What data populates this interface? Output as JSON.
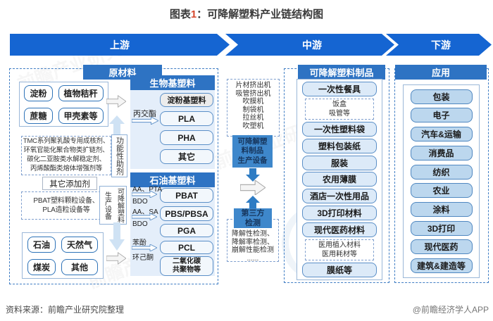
{
  "title": {
    "prefix": "图表",
    "num": "1",
    "rest": "：可降解塑料产业链结构图"
  },
  "stages": {
    "upstream": "上游",
    "midstream": "中游",
    "downstream": "下游"
  },
  "upstream": {
    "header": "原材料",
    "bio_raw": [
      "淀粉",
      "植物秸秆",
      "蔗糖",
      "甲壳素等"
    ],
    "additive_detail": "TMC系列聚乳酸专用成核剂、\n环氧官能化聚合物类扩链剂、\n碳化二亚胺类水解稳定剂、\n丙烯酸酯类熔体增强剂等",
    "additive_label": "功能性助剂",
    "other_additive": "其它添加剂",
    "equipment_detail": "PBAT塑料颗粒设备、\nPLA造粒设备等",
    "equipment_label": "可降解塑料生产设备",
    "fossil_raw": [
      "石油",
      "天然气",
      "煤炭",
      "其他"
    ]
  },
  "bio_plastics": {
    "header": "生物基塑料",
    "items": [
      "淀粉基塑料",
      "PLA",
      "PHA",
      "其它"
    ],
    "arrow_label": "丙交酯"
  },
  "petro_plastics": {
    "header": "石油基塑料",
    "items": [
      "PBAT",
      "PBS/PBSA",
      "PGA",
      "PCL",
      "二氧化碳\n共聚物等"
    ],
    "routes": [
      {
        "top": "AA、PTA",
        "bottom": "BDO"
      },
      {
        "top": "AA、SA",
        "bottom": "BDO"
      },
      {
        "top": "苯酚",
        "bottom": "环己酮"
      }
    ]
  },
  "mid_equipment": {
    "machine_list": "片材挤出机\n吸管挤出机\n吹膜机\n制袋机\n拉丝机\n吹塑机\n......",
    "equipment_box": "可降解塑\n料制品\n生产设备",
    "testing_box": "第三方\n检测",
    "testing_list": "降解性检测、\n降解率检测、\n崩解性能检测\n......"
  },
  "midstream": {
    "header": "可降解塑料制品",
    "items": [
      "一次性餐具",
      "一次性塑料袋",
      "塑料包装纸",
      "服装",
      "农用薄膜",
      "酒店一次性用品",
      "3D打印材料",
      "现代医药材料",
      "膜纸等"
    ],
    "sub_tableware": "饭盒\n吸管等",
    "sub_medical": "医用植入材料\n医用耗材等"
  },
  "downstream": {
    "header": "应用",
    "items": [
      "包装",
      "电子",
      "汽车&运输",
      "消费品",
      "纺织",
      "农业",
      "涂料",
      "3D打印",
      "现代医药",
      "建筑&建造等"
    ]
  },
  "footer": {
    "source": "资料来源：前瞻产业研究院整理",
    "brand": "@前瞻经济学人APP"
  },
  "watermark": "前瞻产业研究院",
  "colors": {
    "header_blue": "#2e73c3",
    "chevron_blue": "#1565d2",
    "panel_bg": "#e4eefa",
    "product_fill": "#dceaf8",
    "application_fill": "#bcd7ee",
    "box_border": "#5b8fc7",
    "mid_blue_box": "#3e87cb",
    "arrow_blue": "#2e7cc4",
    "pale_arrow": "#cfe2f4",
    "title_number_red": "#d5472c"
  }
}
